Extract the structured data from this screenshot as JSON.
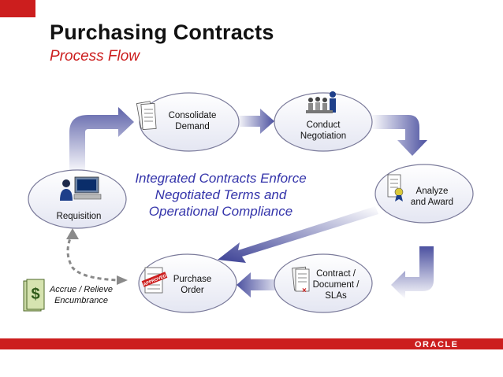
{
  "header": {
    "title": "Purchasing Contracts",
    "subtitle": "Process Flow"
  },
  "center_message": {
    "line1": "Integrated Contracts Enforce",
    "line2": "Negotiated Terms and",
    "line3": "Operational Compliance"
  },
  "nodes": {
    "requisition": {
      "label": "Requisition",
      "icon": "computer-user-icon"
    },
    "consolidate": {
      "line1": "Consolidate",
      "line2": "Demand",
      "icon": "document-stack-icon"
    },
    "negotiation": {
      "line1": "Conduct",
      "line2": "Negotiation",
      "icon": "people-group-icon"
    },
    "award": {
      "line1": "Analyze",
      "line2": "and Award",
      "icon": "award-document-icon"
    },
    "contract": {
      "line1": "Contract /",
      "line2": "Document /",
      "line3": "SLAs",
      "icon": "contract-document-icon"
    },
    "purchase_order": {
      "line1": "Purchase",
      "line2": "Order",
      "stamp": "APPROVED",
      "icon": "approved-order-icon"
    }
  },
  "side_note": {
    "line1": "Accrue / Relieve",
    "line2": "Encumbrance",
    "icon": "money-ledger-icon"
  },
  "footer": {
    "logo": "ORACLE"
  },
  "colors": {
    "brand_red": "#cc1e1e",
    "arrow_blue": "#5a5ea8",
    "text_blue": "#3333aa",
    "node_fill": "#eef0f8",
    "node_stroke": "#7a7a9a"
  }
}
